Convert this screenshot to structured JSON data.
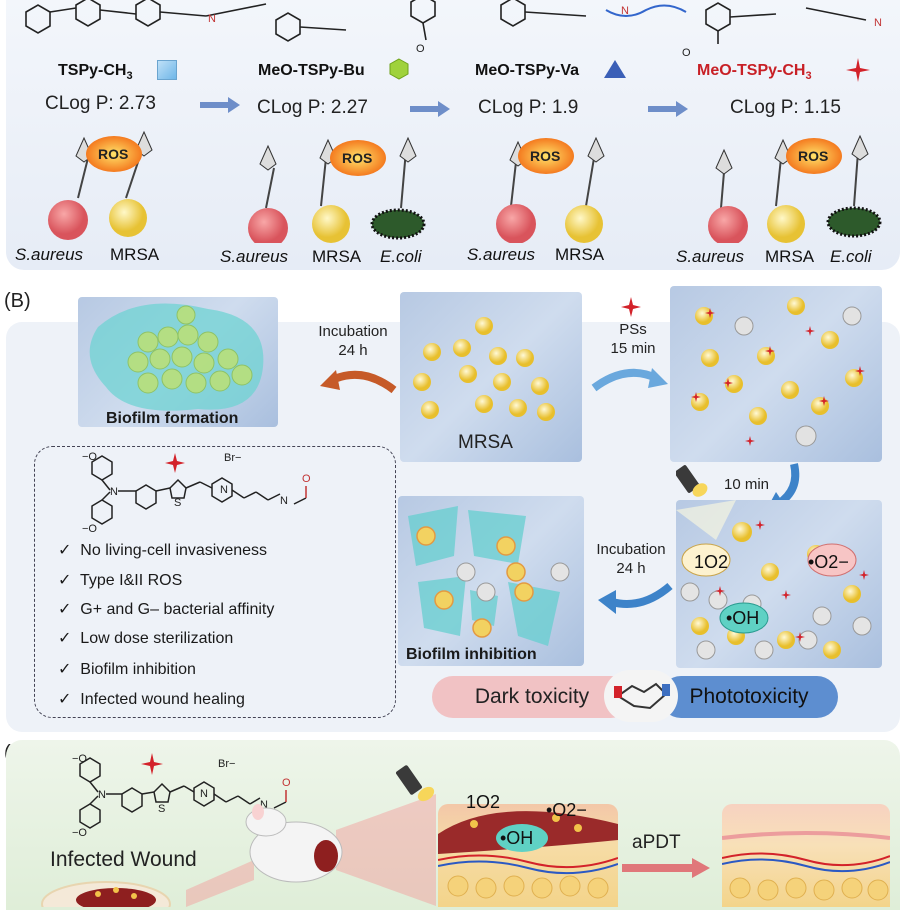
{
  "panel_a": {
    "compounds": [
      {
        "name": "TSPy-CH3",
        "clog": "CLog P: 2.73",
        "bacteria": [
          "S.aureus",
          "MRSA"
        ]
      },
      {
        "name": "MeO-TSPy-Bu",
        "clog": "CLog P: 2.27",
        "bacteria": [
          "S.aureus",
          "MRSA",
          "E.coli"
        ]
      },
      {
        "name": "MeO-TSPy-Va",
        "clog": "CLog P: 1.9",
        "bacteria": [
          "S.aureus",
          "MRSA"
        ]
      },
      {
        "name": "MeO-TSPy-CH3",
        "clog": "CLog P: 1.15",
        "bacteria": [
          "S.aureus",
          "MRSA",
          "E.coli"
        ]
      }
    ],
    "ros_label": "ROS"
  },
  "panel_b": {
    "label": "(B)",
    "biofilm_formation": "Biofilm formation",
    "incubation_1": [
      "Incubation",
      "24 h"
    ],
    "mrsa": "MRSA",
    "pss": [
      "PSs",
      "15 min"
    ],
    "light_time": "10 min",
    "incubation_2": [
      "Incubation",
      "24 h"
    ],
    "biofilm_inhibition": "Biofilm inhibition",
    "ros_species": [
      "1O2",
      "•O2−",
      "•OH"
    ],
    "features": [
      "No living-cell invasiveness",
      "Type I&II ROS",
      "G+ and G– bacterial affinity",
      "Low dose sterilization",
      "Biofilm inhibition",
      "Infected wound healing"
    ],
    "dark": "Dark toxicity",
    "photo": "Phototoxicity",
    "br_label": "Br−"
  },
  "panel_c": {
    "label": "(C)",
    "infected_wound": "Infected Wound",
    "apdt": "aPDT",
    "ros_species": [
      "1O2",
      "•O2−",
      "•OH"
    ]
  },
  "colors": {
    "accent_red": "#d3222a",
    "arrow_blue": "#5c86c7",
    "biofilm": "#5cc6c8"
  }
}
